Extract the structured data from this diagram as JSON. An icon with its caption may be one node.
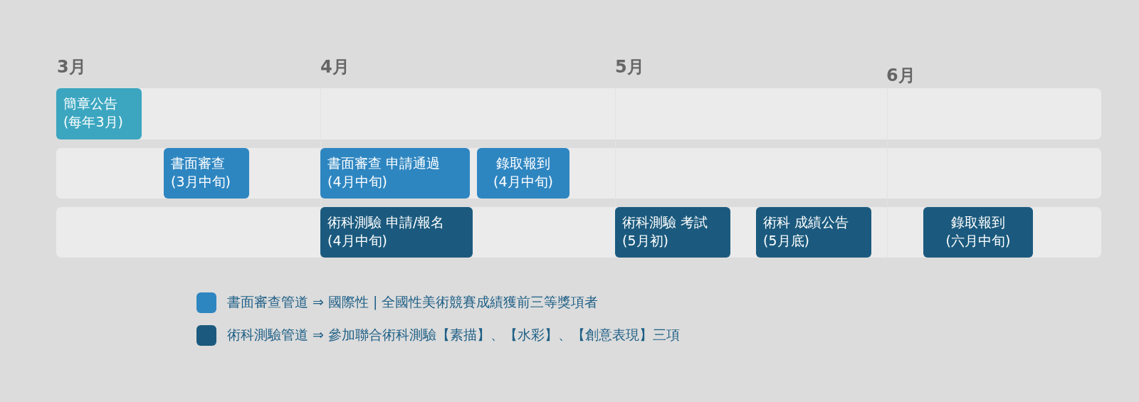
{
  "diagram": {
    "nodes": [
      {
        "text": [
          "簡章公告",
          "(每年3月)"
        ]
      },
      {
        "text": [
          "書面審查",
          "(3月中旬)"
        ]
      },
      {
        "text": [
          "書面審查 申請通過",
          "(4月中旬)"
        ]
      },
      {
        "text": [
          "錄取報到",
          "(4月中旬)"
        ]
      },
      {
        "text": [
          "術科測驗 申請/報名",
          "(4月中旬)"
        ]
      },
      {
        "text": [
          "術科測驗 考試",
          "(5月初)"
        ]
      },
      {
        "text": [
          "術科 成績公告",
          "(5月底)"
        ]
      },
      {
        "text": [
          "錄取報到",
          "(六月中旬)"
        ]
      }
    ],
    "labels": [
      "3月",
      "4月",
      "5月",
      "6月"
    ],
    "legend": [
      {
        "text": "書面審查管道 ⇒ 國際性 | 全國性美術競賽成績獲前三等獎項者",
        "color": "#2e86c1"
      },
      {
        "text": "術科測驗管道 ⇒ 參加聯合術科測驗【素描】、【水彩】、【創意表現】三項",
        "color": "#1b5a7e"
      }
    ]
  }
}
